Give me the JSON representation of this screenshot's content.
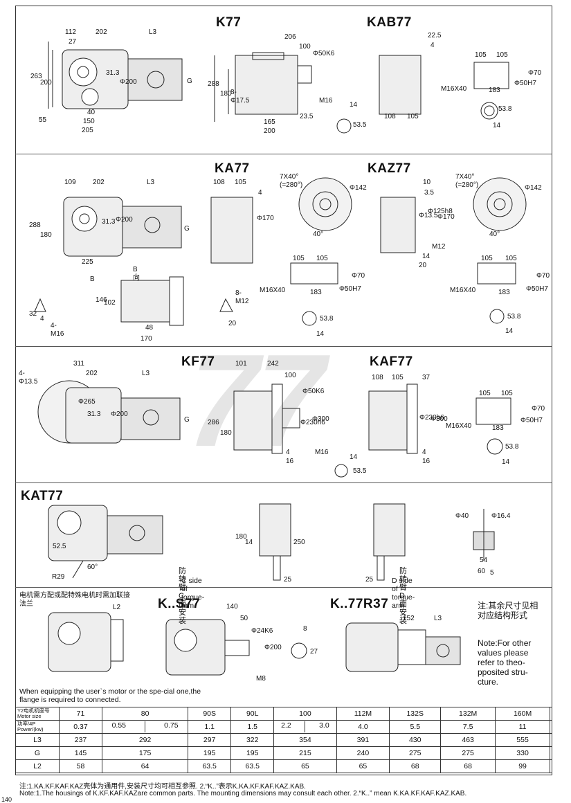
{
  "watermark": "77",
  "sections": {
    "k77": {
      "title": "K77",
      "dims": [
        "112",
        "202",
        "L3",
        "27",
        "263",
        "200",
        "31.3",
        "Φ200",
        "G",
        "55",
        "40",
        "150",
        "205"
      ]
    },
    "kab77": {
      "title": "KAB77",
      "dims": [
        "206",
        "100",
        "Φ50K6",
        "288",
        "180",
        "8-Φ17.5",
        "M16",
        "14",
        "165",
        "200",
        "23.5",
        "53.5",
        "22.5",
        "4",
        "108",
        "105",
        "105",
        "105",
        "M16X40",
        "183",
        "Φ70",
        "Φ50H7",
        "53.8",
        "14"
      ]
    },
    "ka77": {
      "title": "KA77",
      "dims": [
        "109",
        "202",
        "L3",
        "288",
        "180",
        "31.3",
        "Φ200",
        "G",
        "225",
        "B",
        "B 向",
        "108",
        "105",
        "4",
        "Φ170",
        "7X40°(=280°)",
        "Φ142",
        "40°",
        "105",
        "105",
        "M16X40",
        "183",
        "Φ70",
        "Φ50H7",
        "53.8",
        "14",
        "146",
        "102",
        "8-M12",
        "20",
        "48",
        "170",
        "32",
        "4",
        "4-M16"
      ]
    },
    "kaz77": {
      "title": "KAZ77",
      "dims": [
        "10",
        "3.5",
        "Φ13.5",
        "Φ125h8",
        "Φ170",
        "M12",
        "14",
        "20",
        "7X40°(=280°)",
        "Φ142",
        "40°",
        "105",
        "105",
        "M16X40",
        "183",
        "Φ70",
        "Φ50H7",
        "53.8",
        "14"
      ]
    },
    "kf77": {
      "title": "KF77",
      "dims": [
        "4- Φ13.5",
        "311",
        "202",
        "L3",
        "Φ265",
        "31.3",
        "Φ200",
        "G",
        "101",
        "242",
        "100",
        "Φ50K6",
        "286",
        "180",
        "Φ230h6",
        "Φ300",
        "M16",
        "4",
        "16",
        "14",
        "53.5"
      ]
    },
    "kaf77": {
      "title": "KAF77",
      "dims": [
        "108",
        "105",
        "37",
        "Φ230h6",
        "Φ300",
        "4",
        "16",
        "105",
        "105",
        "M16X40",
        "183",
        "Φ70",
        "Φ50H7",
        "53.8",
        "14"
      ]
    },
    "kat77": {
      "title": "KAT77",
      "dims": [
        "52.5",
        "R29",
        "60°",
        "180",
        "14",
        "250",
        "25",
        "25",
        "Φ40",
        "Φ16.4",
        "54",
        "60",
        "5"
      ],
      "c_side_cn": "防转臂C面安装",
      "c_side_en": "C side of torque-arm",
      "d_side_cn": "防转臂D面安装",
      "d_side_en": "D side of torque-arm"
    },
    "ks77": {
      "title": "K..S77",
      "dims": [
        "140",
        "50",
        "Φ24K6",
        "Φ200",
        "M8",
        "8",
        "27"
      ]
    },
    "k77r37": {
      "title": "K..77R37",
      "dims": [
        "152",
        "L3"
      ]
    },
    "motor_note": {
      "cn": "电机需方配或配特殊电机时需加联接法兰",
      "dim": "L2",
      "en": "When equipping the user`s motor or the spe-cial one,the flange is required to connected."
    },
    "side_note": {
      "cn": "注:其余尺寸见相对应结构形式",
      "en": "Note:For other values please refer to theo-pposited stru-cture."
    }
  },
  "table": {
    "header_cn": "Y2电机机座号",
    "header_en": "Motor size",
    "sizes": [
      "71",
      "80",
      "90S",
      "90L",
      "100",
      "112M",
      "132S",
      "132M",
      "160M"
    ],
    "power_cn": "功率/4P",
    "power_en": "Power/(kw)",
    "power": [
      [
        "0.37"
      ],
      [
        "0.55",
        "0.75"
      ],
      [
        "1.1"
      ],
      [
        "1.5"
      ],
      [
        "2.2",
        "3.0"
      ],
      [
        "4.0"
      ],
      [
        "5.5"
      ],
      [
        "7.5"
      ],
      [
        "11"
      ]
    ],
    "rows": [
      {
        "label": "L3",
        "values": [
          "237",
          "292",
          "297",
          "322",
          "354",
          "391",
          "430",
          "463",
          "555"
        ]
      },
      {
        "label": "G",
        "values": [
          "145",
          "175",
          "195",
          "195",
          "215",
          "240",
          "275",
          "275",
          "330"
        ]
      },
      {
        "label": "L2",
        "values": [
          "58",
          "64",
          "63.5",
          "63.5",
          "65",
          "65",
          "68",
          "68",
          "99"
        ]
      }
    ]
  },
  "footnotes": {
    "cn": "注:1.KA.KF.KAF.KAZ壳体为通用件,安装尺寸均可相互参照.   2.“K..”表示K.KA.KF.KAF.KAZ.KAB.",
    "en": "Note:1.The  housings  of  K.KF.KAF.KAZare common parts. The mounting dimensions may consult each other.  2.“K..” mean K.KA.KF.KAF.KAZ.KAB."
  },
  "page_number": "140"
}
